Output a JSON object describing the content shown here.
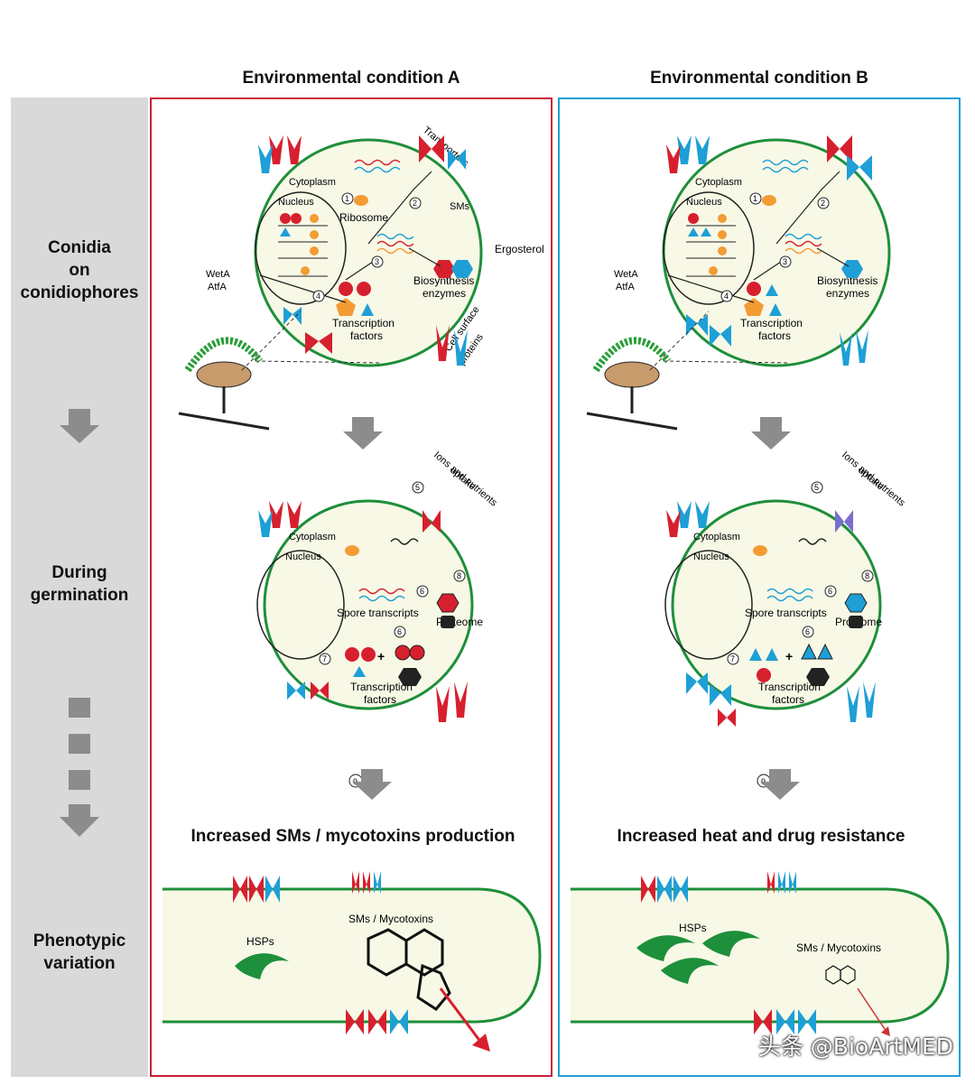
{
  "columns": {
    "a": {
      "title": "Environmental condition A",
      "phenotype": "Increased SMs / mycotoxins production"
    },
    "b": {
      "title": "Environmental condition B",
      "phenotype": "Increased heat and drug resistance"
    }
  },
  "stages": [
    {
      "label": "Conidia\non\nconidiophores"
    },
    {
      "label": "During\ngermination"
    },
    {
      "label": "Phenotypic\nvariation"
    }
  ],
  "cell1": {
    "cytoplasm": "Cytoplasm",
    "nucleus": "Nucleus",
    "ribosome": "Ribosome",
    "sms": "SMs",
    "ergosterol": "Ergosterol",
    "biosynthesis1": "Biosynthesis",
    "biosynthesis2": "enzymes",
    "tf1": "Transcription",
    "tf2": "factors",
    "weta": "WetA",
    "atfa": "AtfA",
    "transporters": "Transporters",
    "surface1": "Cell surface",
    "surface2": "proteins"
  },
  "cell2": {
    "cytoplasm": "Cytoplasm",
    "nucleus": "Nucleus",
    "spore": "Spore transcripts",
    "proteome": "Proteome",
    "tf1": "Transcription",
    "tf2": "factors",
    "ions1": "Ions and nutrients",
    "ions2": "uptake"
  },
  "hypha": {
    "hsps": "HSPs",
    "sms": "SMs / Mycotoxins"
  },
  "steps": [
    "1",
    "2",
    "3",
    "4",
    "5",
    "6",
    "7",
    "8",
    "9"
  ],
  "colors": {
    "red": "#d7202e",
    "blue": "#1e9fd6",
    "orange": "#f39c34",
    "green": "#1e8f3a",
    "cell": "#f8f8e6",
    "arrow": "#8c8c8c"
  },
  "watermark": "头条 @BioArtMED"
}
